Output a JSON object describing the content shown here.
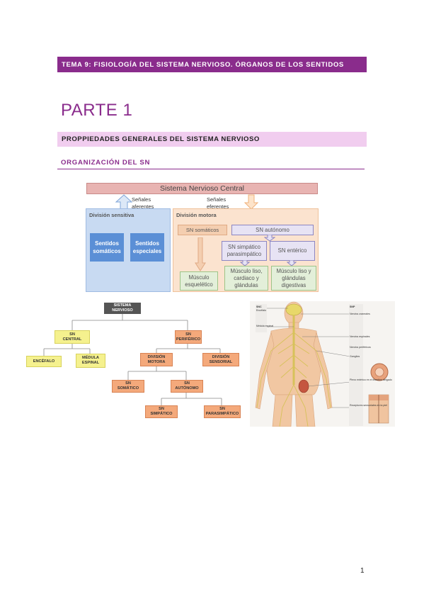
{
  "header": {
    "topic": "TEMA 9: FISIOLOGÍA DEL SISTEMA NERVIOSO. ÓRGANOS DE LOS SENTIDOS",
    "part": "PARTE 1",
    "section": "PROPPIEDADES GENERALES DEL SISTEMA NERVIOSO",
    "subsection": "ORGANIZACIÓN DEL SN"
  },
  "overview_diagram": {
    "central": "Sistema Nervioso Central",
    "afferent": [
      "Señales",
      "aferentes"
    ],
    "efferent": [
      "Señales",
      "eferentes"
    ],
    "sensory_division": "División sensitiva",
    "motor_division": "División motora",
    "somatic_senses": [
      "Sentidos",
      "somáticos"
    ],
    "special_senses": [
      "Sentidos",
      "especiales"
    ],
    "sn_somatic": "SN somáticos",
    "sn_autonomic": "SN autónomo",
    "sn_sympathetic": [
      "SN simpático",
      "parasimpático"
    ],
    "sn_enteric": "SN entérico",
    "skeletal_muscle": [
      "Músculo",
      "esquelético"
    ],
    "smooth_cardiac": [
      "Músculo liso,",
      "cardiaco y",
      "glándulas"
    ],
    "smooth_digestive": [
      "Músculo liso y",
      "glándulas",
      "digestivas"
    ]
  },
  "tree": {
    "root": [
      "SISTEMA",
      "NERVIOSO"
    ],
    "central": [
      "SN",
      "CENTRAL"
    ],
    "peripheral": [
      "SN",
      "PERIFÉRICO"
    ],
    "brain": "ENCÉFALO",
    "spinal": [
      "MÉDULA",
      "ESPINAL"
    ],
    "motor": [
      "DIVISIÓN",
      "MOTORA"
    ],
    "sensory": [
      "DIVISIÓN",
      "SENSORIAL"
    ],
    "somatic": [
      "SN",
      "SOMÁTICO"
    ],
    "autonomic": [
      "SN",
      "AUTÓNOMO"
    ],
    "sympathetic": [
      "SN",
      "SIMPÁTICO"
    ],
    "parasympathetic": [
      "SN",
      "PARASIMPÁTICO"
    ]
  },
  "anatomy_labels": {
    "snc": "SNC",
    "brain": "Encéfalo",
    "spinal": "Médula espinal",
    "snp": "SNP",
    "cranial": "Nervios craneales",
    "spinal_nerves": "Nervios espinales",
    "branches": "Nervios periféricos",
    "ganglia": "Ganglios",
    "enteric": "Plexo entérico en el intestino delgado",
    "receptors": "Receptores sensoriales en la piel"
  },
  "page_number": "1",
  "colors": {
    "accent": "#8a2c8c",
    "section_bg": "#f1cdef"
  }
}
